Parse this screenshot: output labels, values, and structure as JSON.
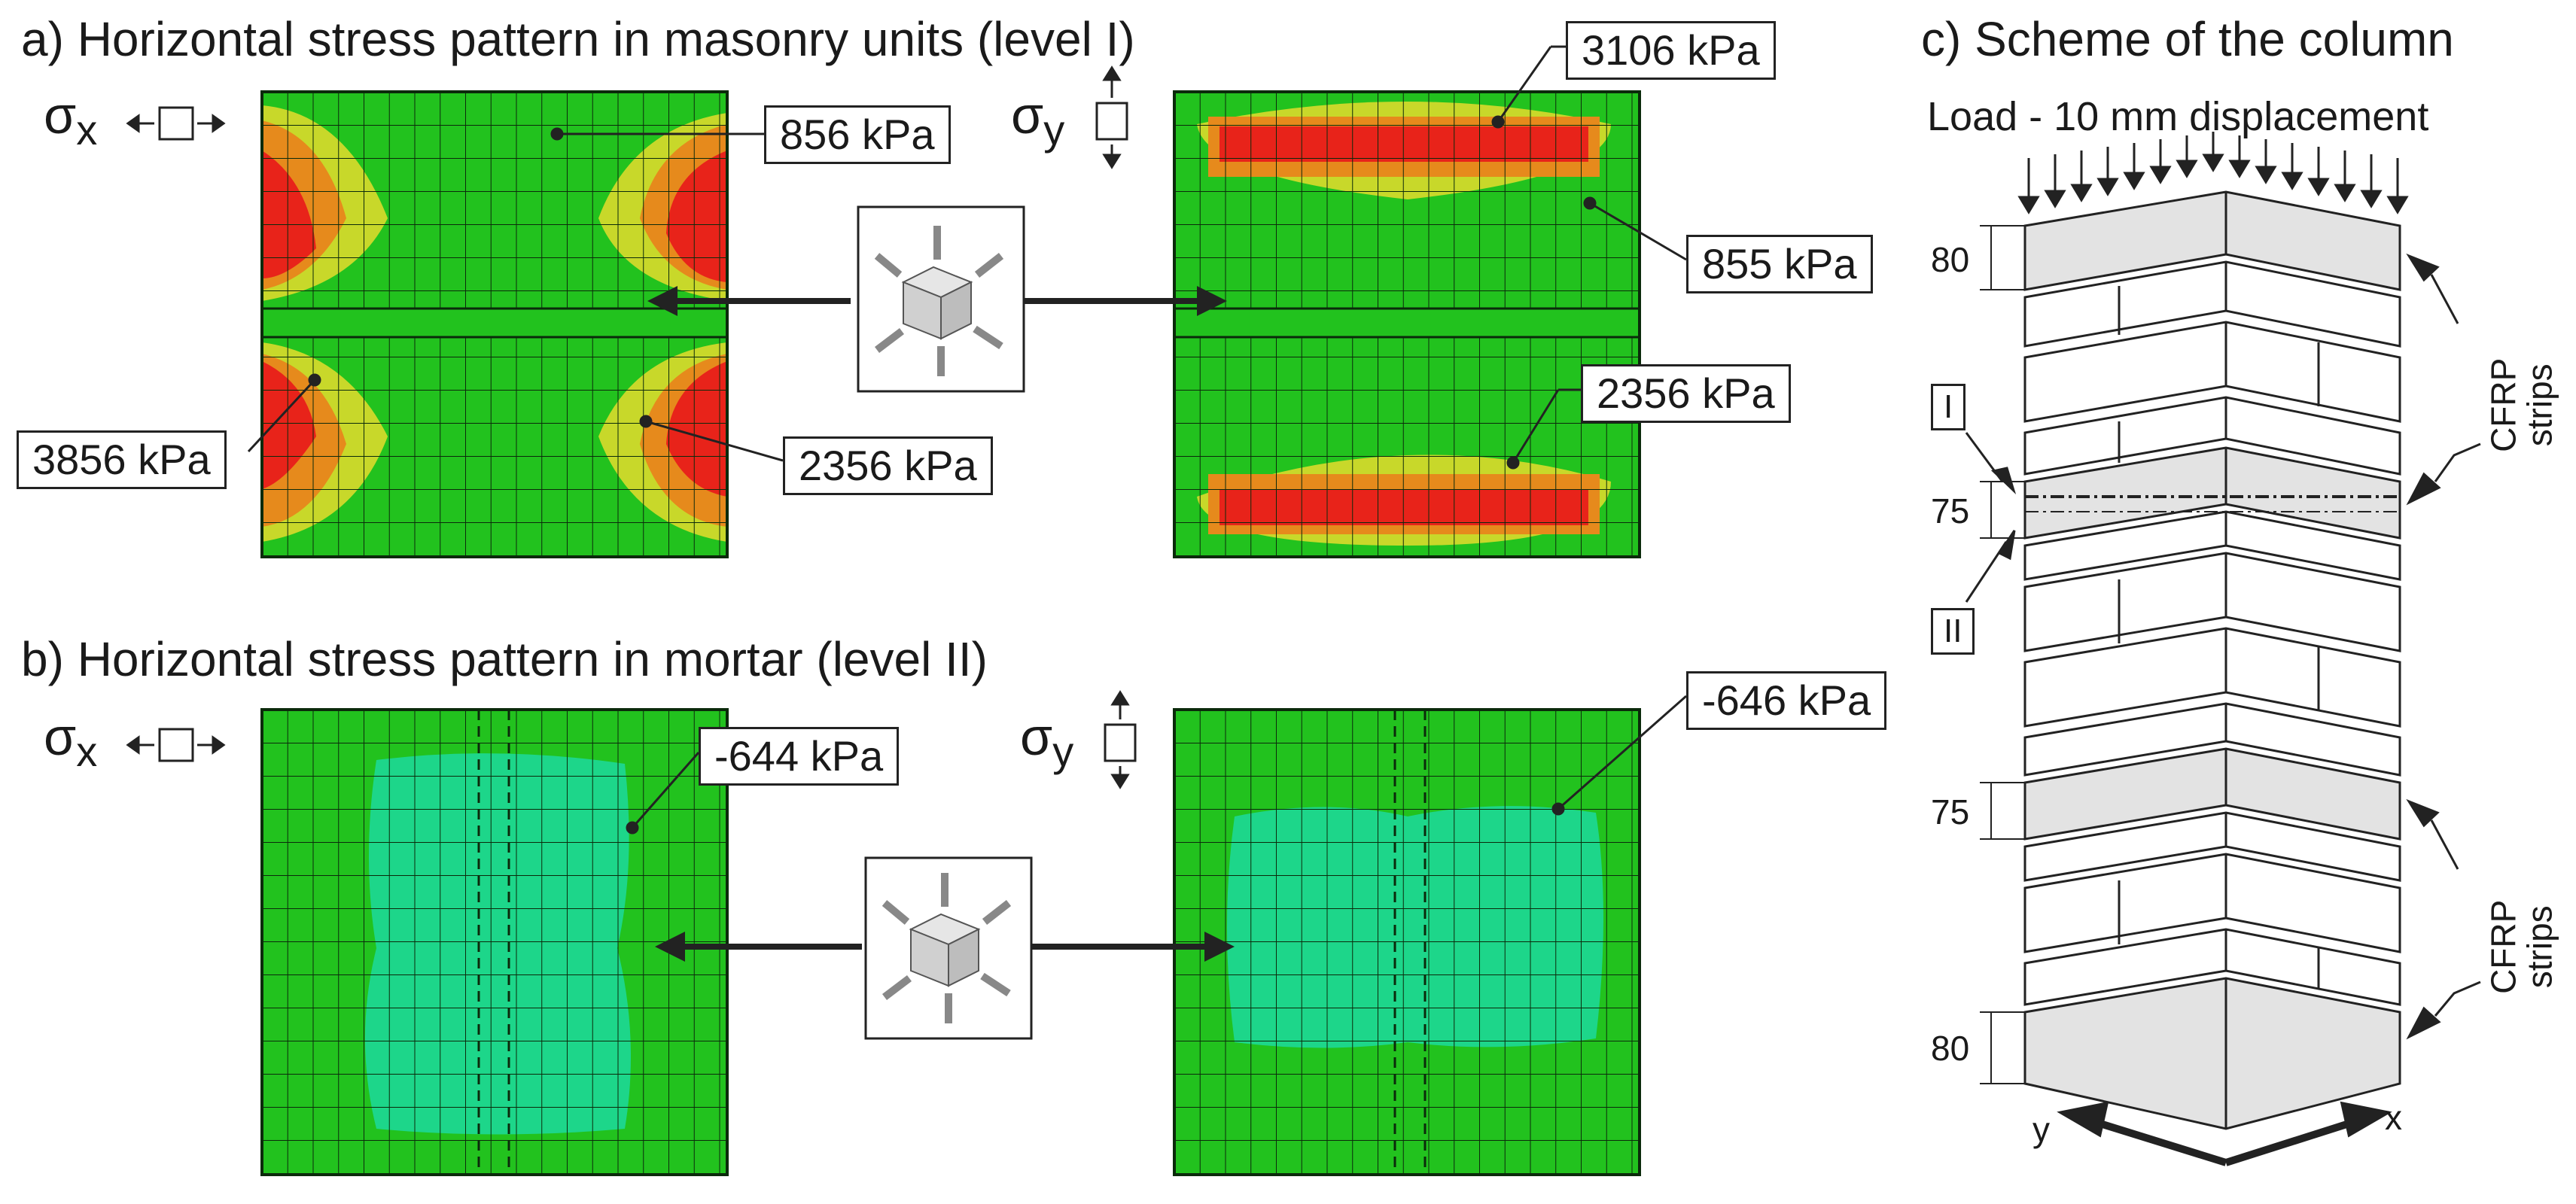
{
  "titles": {
    "a": "a) Horizontal stress pattern in masonry units (level I)",
    "b": "b) Horizontal stress pattern in mortar (level II)",
    "c": "c) Scheme of the column"
  },
  "sigma": {
    "x": "σ",
    "x_sub": "x",
    "y": "σ",
    "y_sub": "y"
  },
  "panel_a": {
    "sx_labels": {
      "top": "856 kPa",
      "left": "3856 kPa",
      "right": "2356 kPa"
    },
    "sy_labels": {
      "top": "3106 kPa",
      "right": "855 kPa",
      "bottom": "2356 kPa"
    }
  },
  "panel_b": {
    "sx_label": "-644 kPa",
    "sy_label": "-646 kPa"
  },
  "column": {
    "load": "Load - 10 mm displacement",
    "dims": {
      "top": "80",
      "mid": "75",
      "lower": "75",
      "bottom": "80"
    },
    "levels": {
      "one": "I",
      "two": "II"
    },
    "strips_label": {
      "line1": "CFRP",
      "line2": "strips"
    },
    "axes": {
      "x": "x",
      "y": "y"
    }
  },
  "colors": {
    "green": "#22c21e",
    "mortar_green": "#1dd68a",
    "yellow": "#c8d82a",
    "orange": "#e68a1c",
    "red": "#e8231a",
    "grid": "#0b2a0b"
  }
}
